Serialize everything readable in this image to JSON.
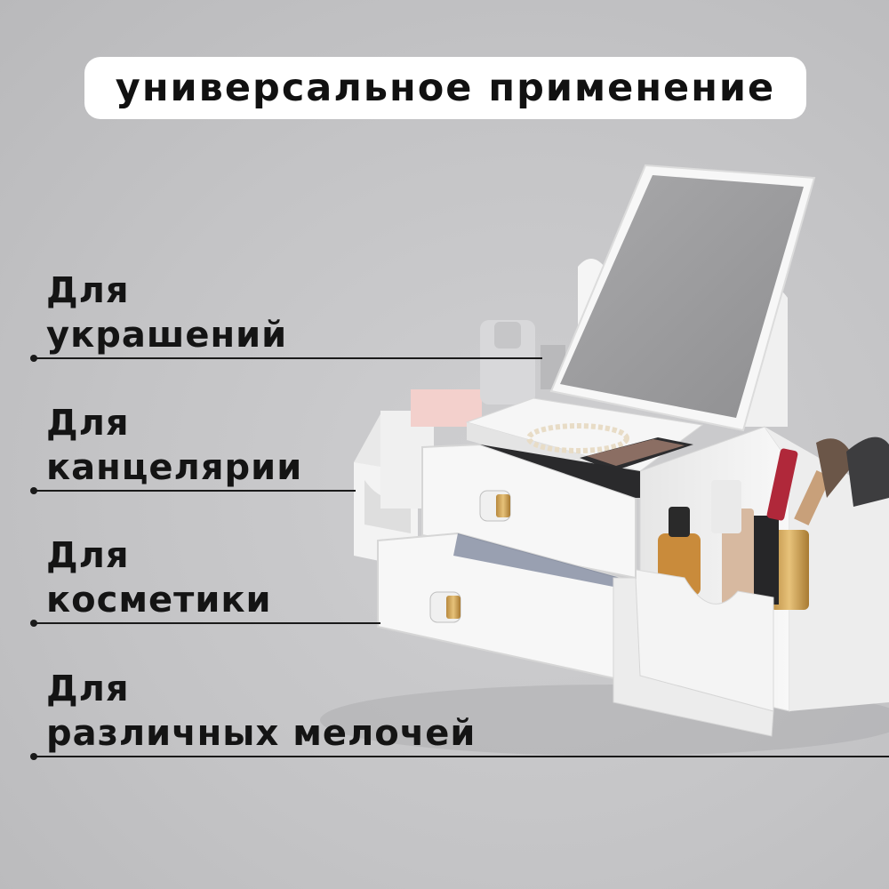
{
  "header": {
    "title": "универсальное применение"
  },
  "items": [
    {
      "line1": "Для",
      "line2": "украшений"
    },
    {
      "line1": "Для",
      "line2": "канцелярии"
    },
    {
      "line1": "Для",
      "line2": "косметики"
    },
    {
      "line1": "Для",
      "line2": "различных мелочей"
    }
  ],
  "colors": {
    "background": "#c6c6c8",
    "pill": "#ffffff",
    "text": "#141414",
    "organizer": "#f4f4f4"
  }
}
